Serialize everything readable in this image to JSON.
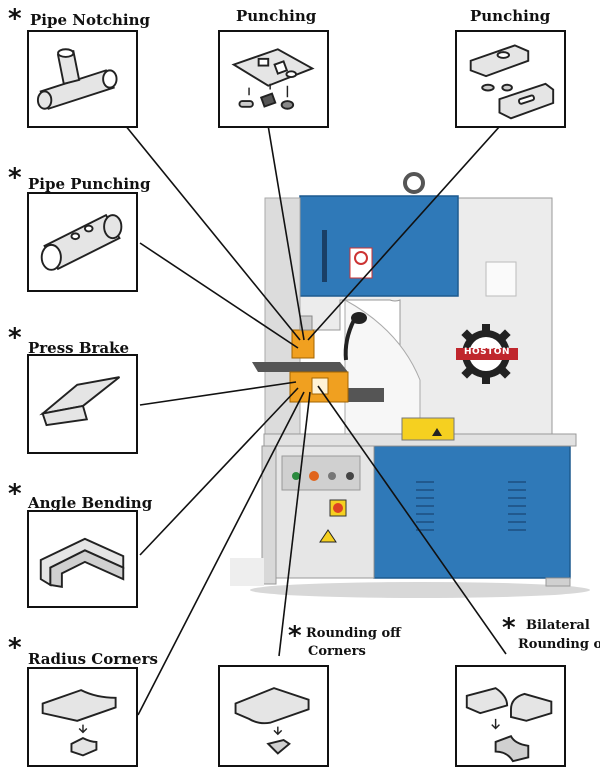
{
  "operations": {
    "pipe_notching": "Pipe Notching",
    "punching_1": "Punching",
    "punching_2": "Punching",
    "pipe_punching": "Pipe Punching",
    "press_brake": "Press Brake",
    "angle_bending": "Angle Bending",
    "radius_corners": "Radius Corners",
    "rounding_line1": "Rounding off",
    "rounding_line2": "Corners",
    "bilateral_line1": "Bilateral",
    "bilateral_line2": "Rounding off"
  },
  "star_symbol": "*",
  "brand": {
    "logo_text": "HOSTON",
    "accent_blue": "#2f79b8",
    "machine_gray": "#e8e8e8",
    "tooling_orange": "#f0a020",
    "warning_yellow": "#f5d020"
  }
}
